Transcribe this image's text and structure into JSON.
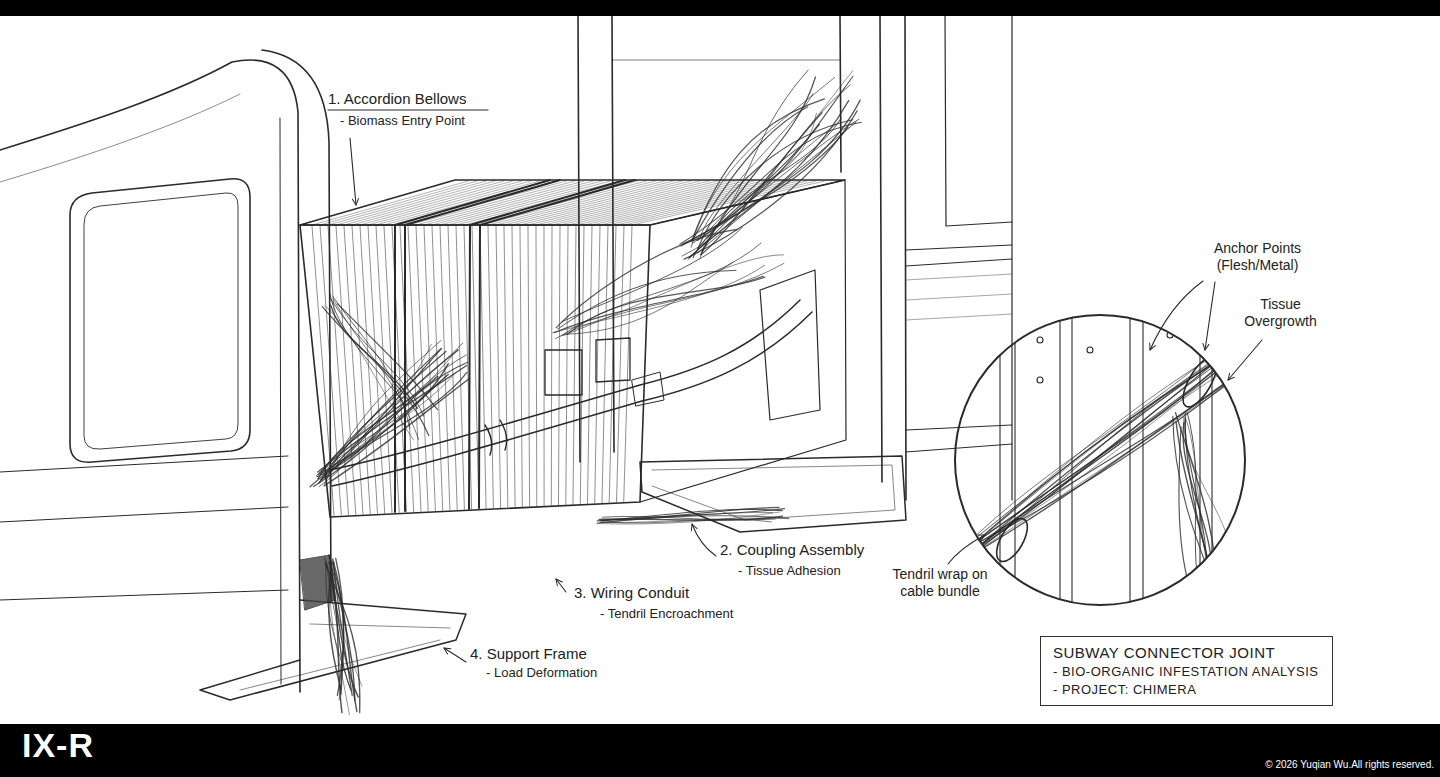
{
  "diagram": {
    "nodes": [
      {
        "text": [
          "SUBWAY CONNECTOR JOINT",
          "- BIO-ORGANIC INFESTATION ANALYSIS",
          "- PROJECT: CHIMERA"
        ]
      }
    ],
    "labels": [
      "1. Accordion Bellows",
      "- Biomass Entry Point",
      "2. Coupling Assembly",
      "- Tissue Adhesion",
      "3. Wiring Conduit",
      "- Tendril Encroachment",
      "4. Support Frame",
      "- Load Deformation",
      "Anchor Points (Flesh/Metal)",
      "Tissue Overgrowth",
      "Tendril wrap on cable bundle",
      "IX-R",
      "© 2026 Yuqian Wu.All rights reserved."
    ]
  }
}
